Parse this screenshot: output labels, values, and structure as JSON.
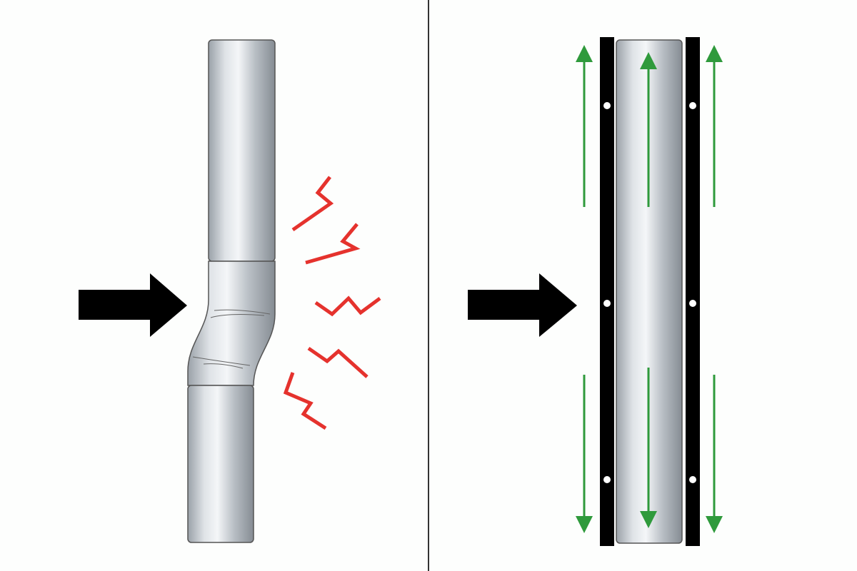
{
  "colors": {
    "background": "#fdfefd",
    "divider": "#333333",
    "force_arrow": "#000000",
    "stress_mark": "#e5322d",
    "support_bar": "#000000",
    "guide_arrow": "#2f9a3c",
    "pipe_light": "#f2f4f6",
    "pipe_dark": "#8e959c"
  },
  "panels": [
    {
      "id": "left",
      "state": "buckled"
    },
    {
      "id": "right",
      "state": "supported"
    }
  ]
}
